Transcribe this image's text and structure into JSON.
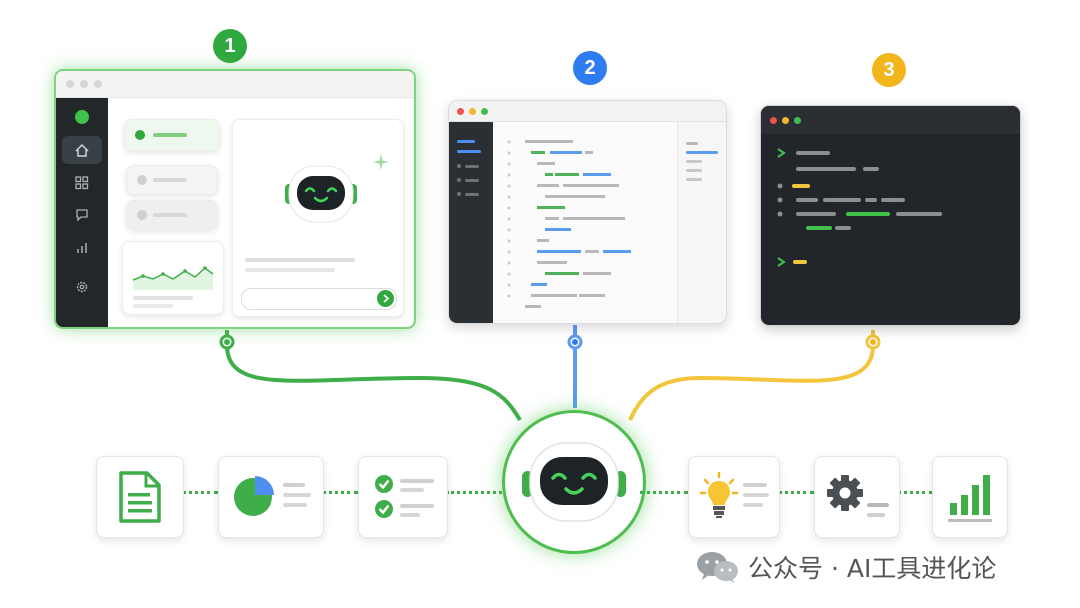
{
  "steps": [
    {
      "label": "1",
      "color": "#2fa83f"
    },
    {
      "label": "2",
      "color": "#2f7cf0"
    },
    {
      "label": "3",
      "color": "#f3b51c"
    }
  ],
  "watermark": {
    "text": "公众号 · AI工具进化论",
    "icon": "wechat-icon"
  },
  "colors": {
    "green": "#3fae4a",
    "blue": "#5a9cf0",
    "yellow": "#f2c53d",
    "dark": "#1f2326"
  },
  "icons": [
    "home-icon",
    "grid-icon",
    "chat-icon",
    "bar-chart-icon",
    "settings-icon",
    "document-icon",
    "pie-chart-icon",
    "checklist-icon",
    "lightbulb-icon",
    "gear-icon",
    "growth-chart-icon",
    "robot-icon",
    "sparkle-icon",
    "send-icon"
  ]
}
